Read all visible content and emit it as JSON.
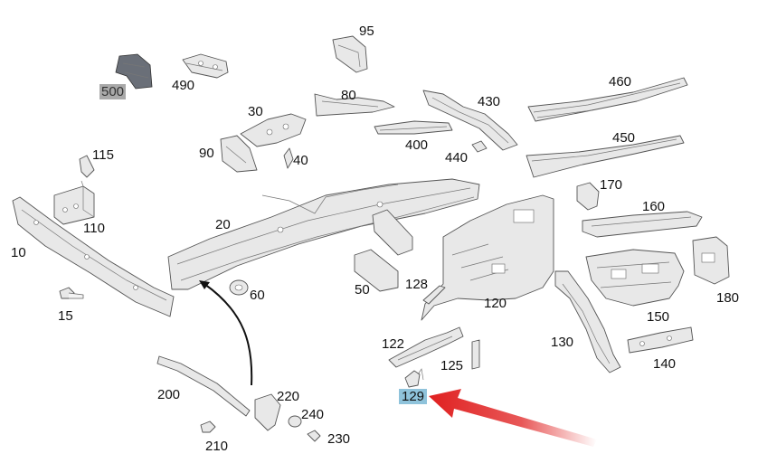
{
  "callouts": [
    {
      "id": "500",
      "text": "500",
      "style": "gray"
    },
    {
      "id": "490",
      "text": "490"
    },
    {
      "id": "95",
      "text": "95"
    },
    {
      "id": "80",
      "text": "80"
    },
    {
      "id": "460",
      "text": "460"
    },
    {
      "id": "430",
      "text": "430"
    },
    {
      "id": "30",
      "text": "30"
    },
    {
      "id": "400",
      "text": "400"
    },
    {
      "id": "440",
      "text": "440"
    },
    {
      "id": "450",
      "text": "450"
    },
    {
      "id": "90",
      "text": "90"
    },
    {
      "id": "40",
      "text": "40"
    },
    {
      "id": "115",
      "text": "115"
    },
    {
      "id": "170",
      "text": "170"
    },
    {
      "id": "160",
      "text": "160"
    },
    {
      "id": "110",
      "text": "110"
    },
    {
      "id": "20",
      "text": "20"
    },
    {
      "id": "10",
      "text": "10"
    },
    {
      "id": "180",
      "text": "180"
    },
    {
      "id": "60",
      "text": "60"
    },
    {
      "id": "50",
      "text": "50"
    },
    {
      "id": "128",
      "text": "128"
    },
    {
      "id": "120",
      "text": "120"
    },
    {
      "id": "15",
      "text": "15"
    },
    {
      "id": "150",
      "text": "150"
    },
    {
      "id": "122",
      "text": "122"
    },
    {
      "id": "130",
      "text": "130"
    },
    {
      "id": "125",
      "text": "125"
    },
    {
      "id": "140",
      "text": "140"
    },
    {
      "id": "129",
      "text": "129",
      "style": "blue"
    },
    {
      "id": "200",
      "text": "200"
    },
    {
      "id": "220",
      "text": "220"
    },
    {
      "id": "240",
      "text": "240"
    },
    {
      "id": "230",
      "text": "230"
    },
    {
      "id": "210",
      "text": "210"
    }
  ],
  "highlight": {
    "target": "129",
    "arrow_color": "#e02020"
  },
  "colors": {
    "part_fill": "#e8e8e8",
    "part_stroke": "#555555",
    "highlight_blue": "#8fc3db",
    "highlight_gray": "#a9a9a9"
  }
}
